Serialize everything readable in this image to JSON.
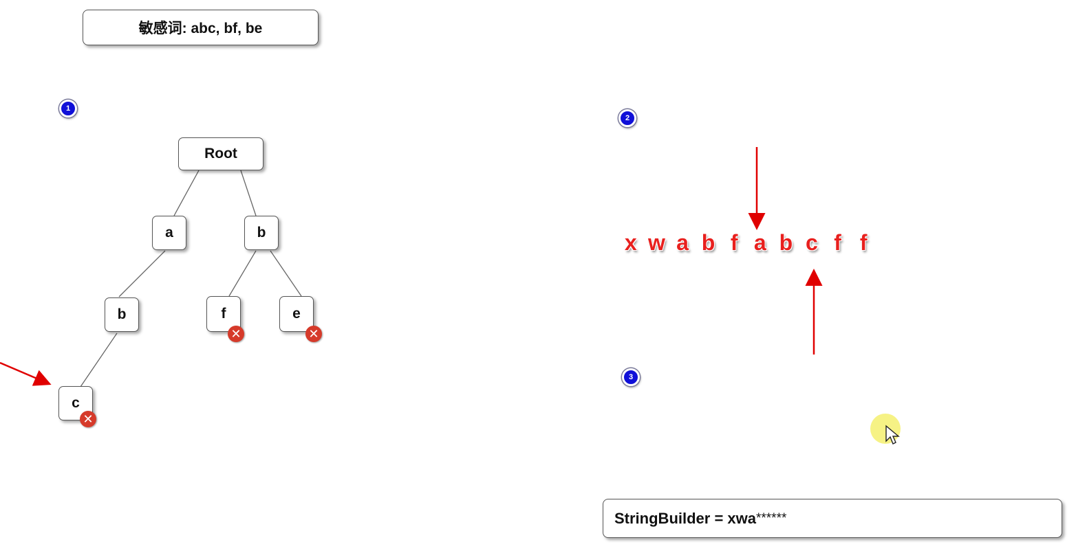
{
  "title": "敏感词: abc, bf, be",
  "steps": [
    "1",
    "2",
    "3"
  ],
  "tree": {
    "root": "Root",
    "nodes": {
      "a": "a",
      "b_right": "b",
      "b_left": "b",
      "f": "f",
      "e": "e",
      "c": "c"
    }
  },
  "sequence": [
    "x",
    "w",
    "a",
    "b",
    "f",
    "a",
    "b",
    "c",
    "f",
    "f"
  ],
  "stringbuilder": {
    "label": "StringBuilder = xwa",
    "stars": "******"
  },
  "colors": {
    "accent_red": "#e8201e",
    "step_blue": "#1010d8",
    "mark_red": "#d63a2a"
  },
  "icons": [
    "close-x-icon",
    "arrow-down-icon",
    "arrow-up-icon",
    "arrow-pointer-icon",
    "mouse-cursor-icon"
  ]
}
